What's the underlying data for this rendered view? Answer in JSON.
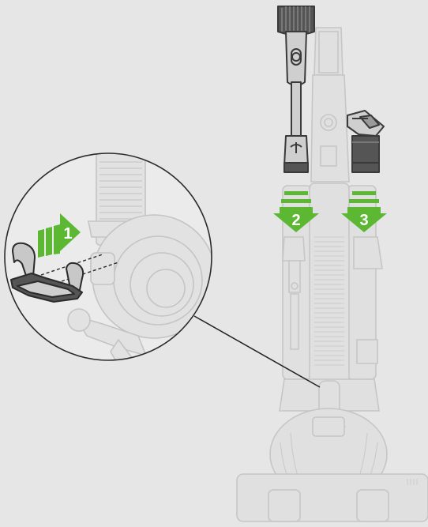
{
  "steps": [
    {
      "number": "1",
      "action": "attach-clip",
      "direction": "right"
    },
    {
      "number": "2",
      "action": "insert-tool",
      "direction": "down"
    },
    {
      "number": "3",
      "action": "insert-tool",
      "direction": "down"
    }
  ],
  "colors": {
    "background": "#e6e6e6",
    "arrow_green": "#5cb833",
    "arrow_green_dark": "#3f9a22",
    "ghost_fill": "#e0e0e0",
    "ghost_stroke": "#c6c6c6",
    "part_fill": "#c8c8c8",
    "part_stroke": "#3a3a3a",
    "tool_dark": "#555555"
  },
  "icons": [
    "vacuum-cleaner-icon",
    "combination-tool-icon",
    "stair-tool-icon",
    "tool-clip-icon",
    "zoom-callout-icon"
  ]
}
